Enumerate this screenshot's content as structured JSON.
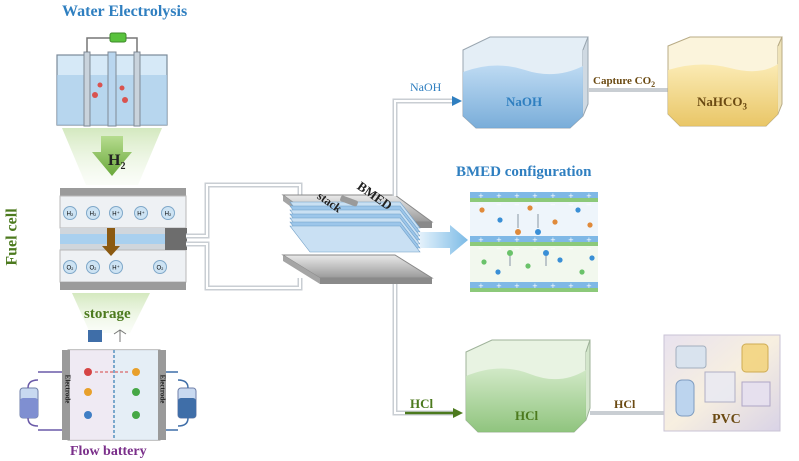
{
  "titles": {
    "water_electrolysis": "Water Electrolysis",
    "fuel_cell": "Fuel cell",
    "storage": "storage",
    "flow_battery": "Flow battery",
    "bmed_configuration": "BMED configuration"
  },
  "labels": {
    "h2_base": "H",
    "h2_sub": "2",
    "bmed": "BMED",
    "stack": "stack",
    "naoh_arrow": "NaOH",
    "naoh_tank": "NaOH",
    "capture_co2_base": "Capture CO",
    "capture_co2_sub": "2",
    "nahco3_base": "NaHCO",
    "nahco3_sub": "3",
    "hcl_arrow": "HCl",
    "hcl_tank": "HCl",
    "hcl_to_pvc": "HCl",
    "pvc": "PVC",
    "electrode_left": "Electrode",
    "electrode_right": "Electrode"
  },
  "fuel_cell_ions": {
    "top_row": [
      "H₂",
      "H₂",
      "H⁺",
      "H⁺",
      "H₂"
    ],
    "bottom_row": [
      "O₂",
      "O₂",
      "H⁺",
      "O₂"
    ]
  },
  "colors": {
    "title_blue": "#2f7fc0",
    "fuel_green": "#4c7a1e",
    "battery_purple": "#7a2e8a",
    "naoh_liquid": "#8dbbe0",
    "nahco3_liquid": "#f1d27a",
    "hcl_liquid": "#9fcf8f",
    "membrane_blue": "#7fb8e6",
    "membrane_green": "#8cc97a"
  }
}
